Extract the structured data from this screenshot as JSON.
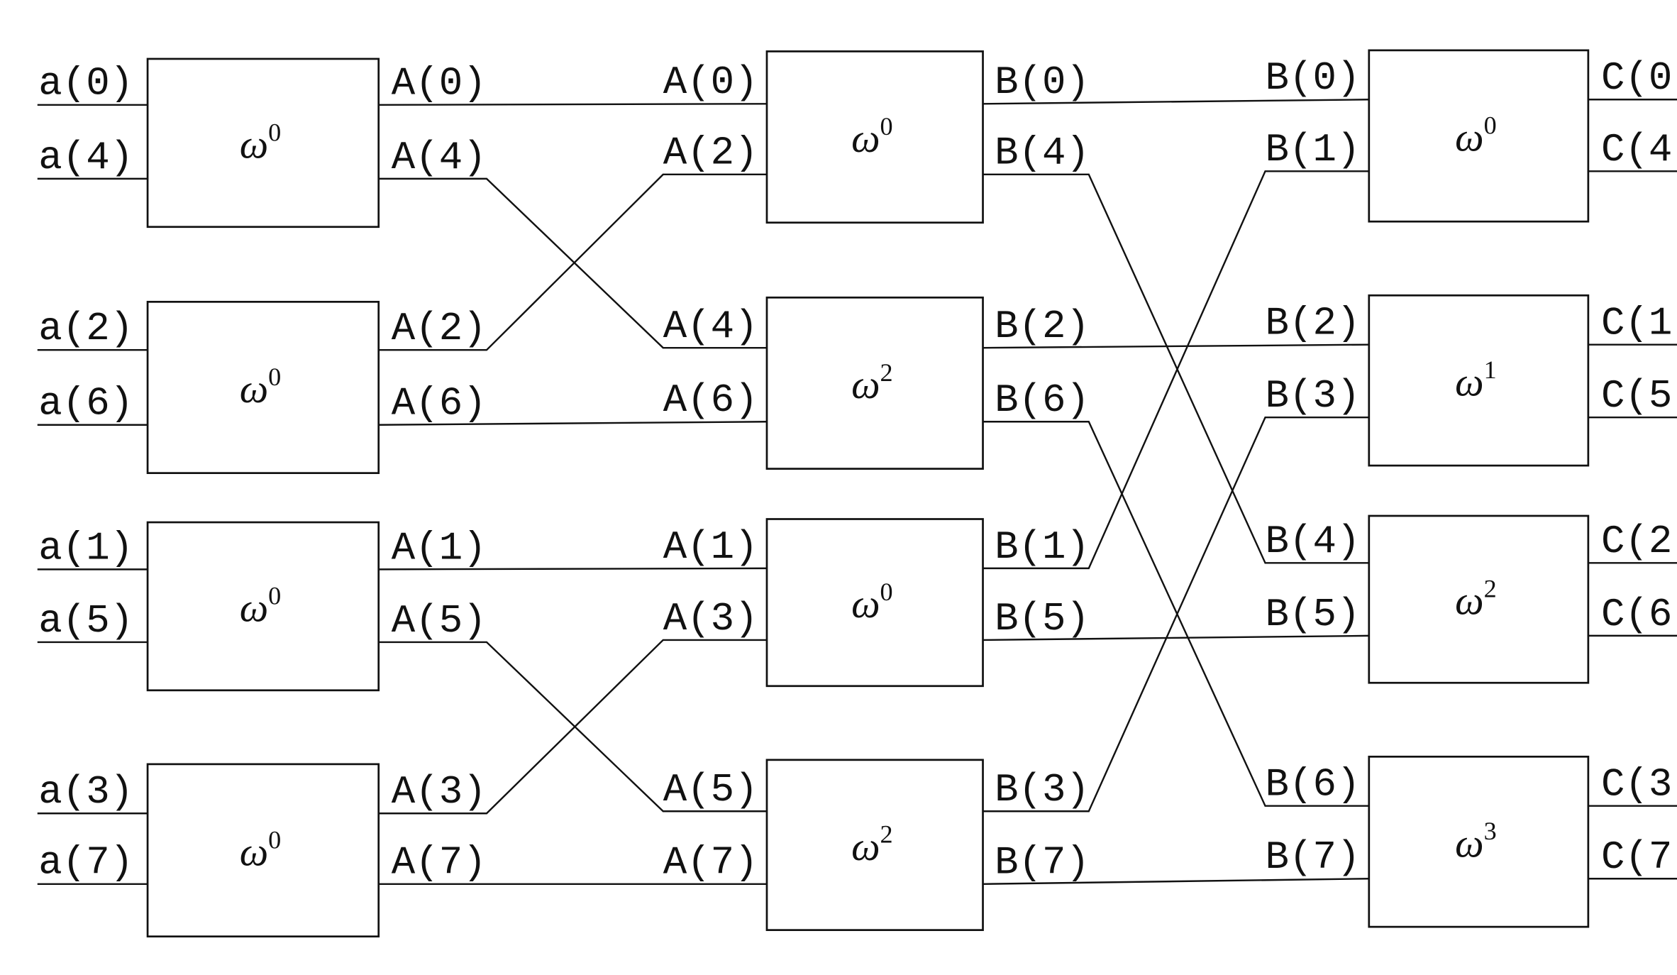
{
  "diagram": {
    "title": "8-point FFT butterfly network",
    "twiddle_symbol": "ω",
    "inputs": [
      "a(0)",
      "a(4)",
      "a(2)",
      "a(6)",
      "a(1)",
      "a(5)",
      "a(3)",
      "a(7)"
    ],
    "stage1": {
      "exponents": [
        "0",
        "0",
        "0",
        "0"
      ],
      "outputs": [
        "A(0)",
        "A(4)",
        "A(2)",
        "A(6)",
        "A(1)",
        "A(5)",
        "A(3)",
        "A(7)"
      ]
    },
    "stage2": {
      "exponents": [
        "0",
        "2",
        "0",
        "2"
      ],
      "inputs": [
        "A(0)",
        "A(2)",
        "A(4)",
        "A(6)",
        "A(1)",
        "A(3)",
        "A(5)",
        "A(7)"
      ],
      "outputs": [
        "B(0)",
        "B(4)",
        "B(2)",
        "B(6)",
        "B(1)",
        "B(5)",
        "B(3)",
        "B(7)"
      ]
    },
    "stage3": {
      "exponents": [
        "0",
        "1",
        "2",
        "3"
      ],
      "inputs": [
        "B(0)",
        "B(1)",
        "B(2)",
        "B(3)",
        "B(4)",
        "B(5)",
        "B(6)",
        "B(7)"
      ],
      "outputs": [
        "C(0",
        "C(4",
        "C(1",
        "C(5",
        "C(2",
        "C(6",
        "C(3",
        "C(7"
      ]
    }
  }
}
